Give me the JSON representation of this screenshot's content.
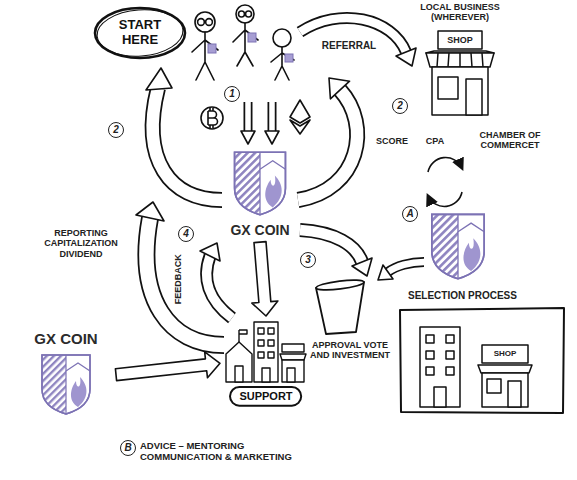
{
  "diagram": {
    "nodes": [
      {
        "text": [
          "START HERE"
        ]
      },
      {
        "text": [
          "GX COIN"
        ]
      },
      {
        "text": [
          "LOCAL BUSINESS (WHEREVER)",
          "SHOP"
        ]
      },
      {
        "text": [
          "SUPPORT"
        ]
      },
      {
        "text": [
          "GX COIN"
        ]
      },
      {
        "text": [
          "SELECTION PROCESS",
          "SHOP"
        ]
      }
    ],
    "edges": [
      {
        "from": 1,
        "to": 3,
        "arrow": "to"
      },
      {
        "from": 4,
        "to": 3,
        "arrow": "to"
      }
    ],
    "labels": [
      "REFERRAL",
      "SCORE",
      "CPA",
      "CHAMBER OF COMMERCET",
      "APPROVAL VOTE AND INVESTMENT",
      "REPORTING CAPITALIZATION DIVIDEND",
      "FEEDBACK",
      "ADVICE – MENTORING COMMUNICATION & MARKETING",
      "1",
      "2",
      "2",
      "3",
      "4",
      "A",
      "B"
    ]
  }
}
